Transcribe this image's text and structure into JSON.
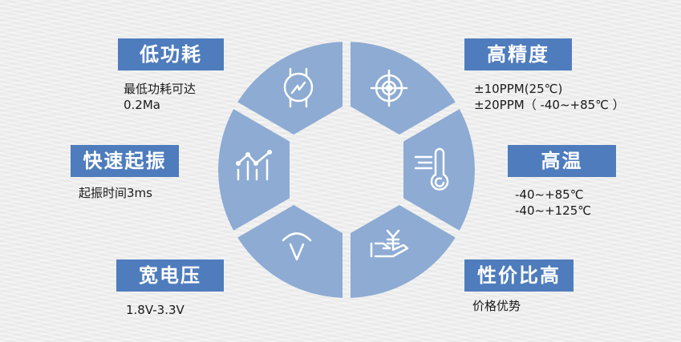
{
  "colors": {
    "background": "#efefef",
    "label_bg": "#4e7cbd",
    "label_text": "#ffffff",
    "segment_fill": "#8dabd3",
    "icon_stroke": "#ffffff",
    "desc_text": "#1a1a1a"
  },
  "features": [
    {
      "id": "low-power",
      "title": "低功耗",
      "lines": [
        "最低功耗可达",
        "0.2Ma"
      ],
      "icon": "watch-icon",
      "position": "top-left"
    },
    {
      "id": "high-precision",
      "title": "高精度",
      "lines": [
        "±10PPM(25℃)",
        "±20PPM（ -40~+85℃ ）"
      ],
      "icon": "target-icon",
      "position": "top-right"
    },
    {
      "id": "fast-startup",
      "title": "快速起振",
      "lines": [
        "起振时间3ms"
      ],
      "icon": "trend-chart-icon",
      "position": "middle-left"
    },
    {
      "id": "high-temp",
      "title": "高温",
      "lines": [
        "-40~+85℃",
        "-40~+125℃"
      ],
      "icon": "thermometer-icon",
      "position": "middle-right"
    },
    {
      "id": "wide-voltage",
      "title": "宽电压",
      "lines": [
        "1.8V-3.3V"
      ],
      "icon": "voltage-v-icon",
      "position": "bottom-left"
    },
    {
      "id": "cost-effective",
      "title": "性价比高",
      "lines": [
        "价格优势"
      ],
      "icon": "yen-hand-icon",
      "position": "bottom-right"
    }
  ]
}
